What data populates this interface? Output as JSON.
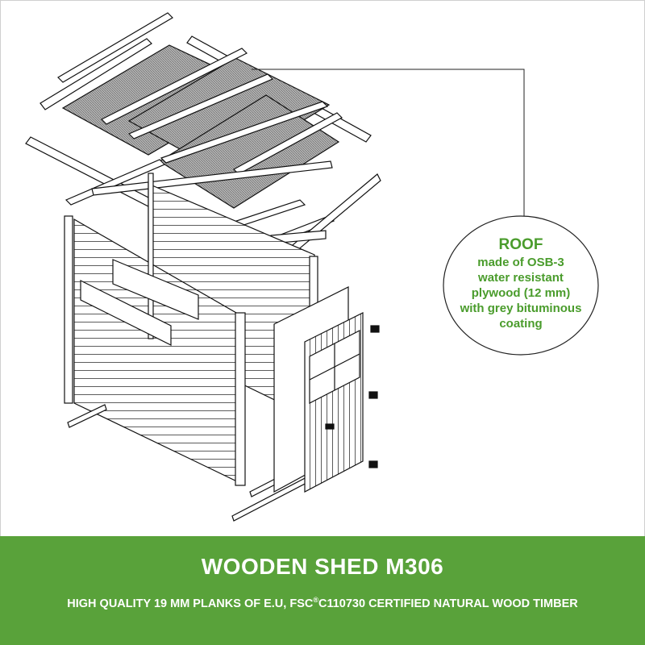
{
  "callout": {
    "title": "ROOF",
    "lines": [
      "made of OSB-3",
      "water resistant",
      "plywood (12 mm)",
      "with grey bituminous",
      "coating"
    ]
  },
  "banner": {
    "title": "WOODEN SHED M306",
    "subtitle_before": "HIGH QUALITY 19 MM PLANKS OF E.U, FSC",
    "subtitle_mark": "®",
    "subtitle_after": "C110730 CERTIFIED NATURAL WOOD TIMBER"
  },
  "colors": {
    "accent_green": "#59a23a",
    "callout_green": "#4a9c2c",
    "roof_panel_grey": "#a9a9a9",
    "line_dark": "#111111"
  }
}
